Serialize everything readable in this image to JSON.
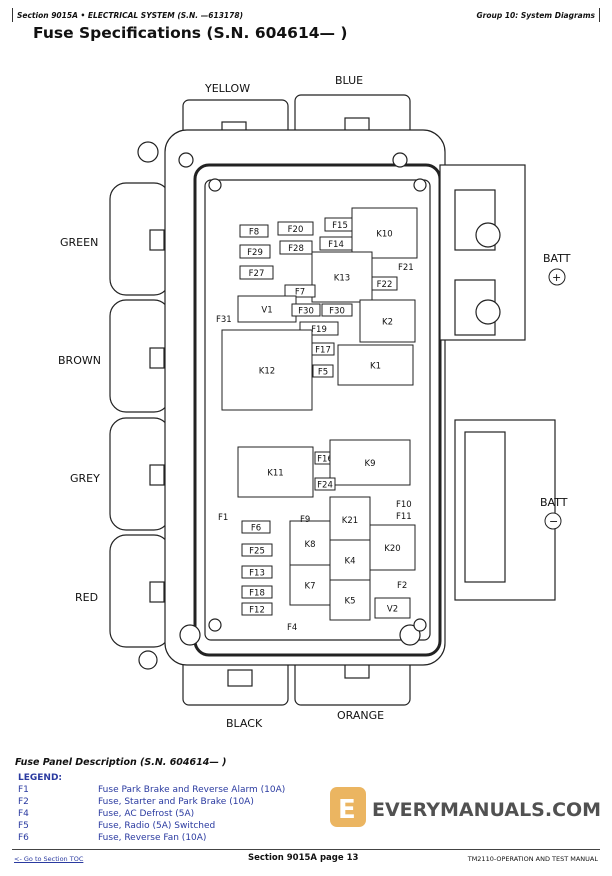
{
  "header": {
    "left": "Section 9015A • ELECTRICAL SYSTEM (S.N. —613178)",
    "right": "Group 10: System Diagrams"
  },
  "title": "Fuse Specifications (S.N. 604614— )",
  "diagram": {
    "connectors": [
      "YELLOW",
      "BLUE",
      "GREEN",
      "BROWN",
      "GREY",
      "RED",
      "BLACK",
      "ORANGE"
    ],
    "battery_positive": {
      "label": "BATT",
      "symbol": "+"
    },
    "battery_negative": {
      "label": "BATT",
      "symbol": "−"
    },
    "components": [
      "F8",
      "F20",
      "F15",
      "K10",
      "F29",
      "F28",
      "F14",
      "K13",
      "F22",
      "F27",
      "F7",
      "V1",
      "F30",
      "F30",
      "F19",
      "K2",
      "K12",
      "F17",
      "F5",
      "K1",
      "F16",
      "K9",
      "K11",
      "F24",
      "K21",
      "F6",
      "K8",
      "F25",
      "K4",
      "K20",
      "F13",
      "K7",
      "F18",
      "K5",
      "V2",
      "F12"
    ],
    "callouts": [
      "F21",
      "F31",
      "F1",
      "F9",
      "F10",
      "F11",
      "F2",
      "F4"
    ]
  },
  "watermark": "EVERYMANUALS.COM",
  "description": {
    "title": "Fuse Panel Description (S.N. 604614— )",
    "legend_heading": "LEGEND:",
    "items": [
      {
        "key": "F1",
        "text": "Fuse Park Brake and Reverse Alarm (10A)"
      },
      {
        "key": "F2",
        "text": "Fuse, Starter and Park Brake (10A)"
      },
      {
        "key": "F4",
        "text": "Fuse, AC Defrost (5A)"
      },
      {
        "key": "F5",
        "text": "Fuse, Radio (5A) Switched"
      },
      {
        "key": "F6",
        "text": "Fuse, Reverse Fan (10A)"
      }
    ]
  },
  "footer": {
    "toc_link": "<- Go to Section TOC",
    "page": "Section 9015A page 13",
    "manual": "TM2110-OPERATION AND TEST MANUAL"
  }
}
